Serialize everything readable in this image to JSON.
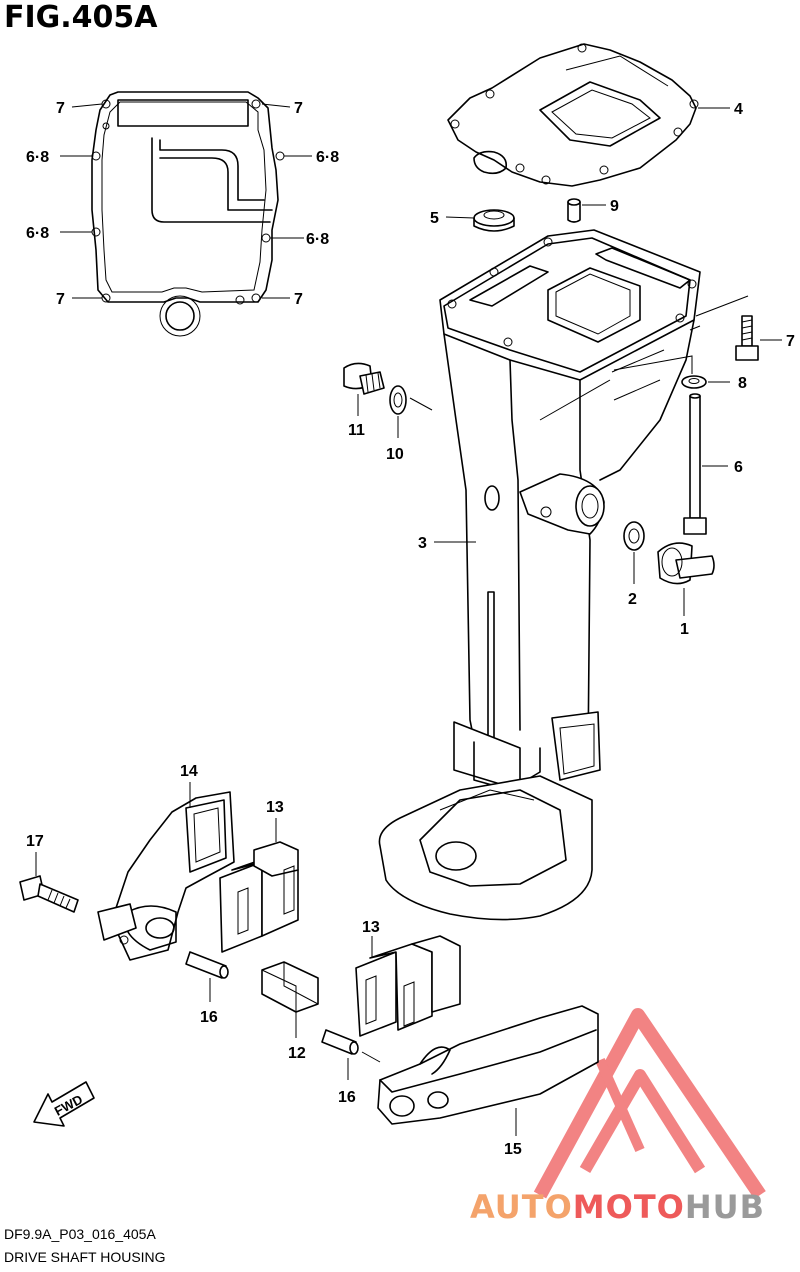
{
  "header": {
    "title": "FIG.405A"
  },
  "footer": {
    "code": "DF9.9A_P03_016_405A",
    "caption": "DRIVE SHAFT HOUSING"
  },
  "arrow": {
    "label": "FWD"
  },
  "watermark": {
    "part1": "AUTO",
    "part2": "MOTO",
    "part3": "HUB",
    "color1": "#f4a36b",
    "color2": "#ee5a5a",
    "color3": "#9a9a9a"
  },
  "callouts": {
    "gasket_top_left_1": "7",
    "gasket_top_right_1": "7",
    "gasket_left_2": "6·8",
    "gasket_right_2": "6·8",
    "gasket_left_3": "6·8",
    "gasket_right_3": "6·8",
    "gasket_bottom_left": "7",
    "gasket_bottom_right": "7",
    "p4": "4",
    "p5": "5",
    "p9": "9",
    "p7": "7",
    "p8": "8",
    "p6": "6",
    "p11": "11",
    "p10": "10",
    "p3": "3",
    "p2": "2",
    "p1": "1",
    "p14": "14",
    "p13a": "13",
    "p17": "17",
    "p16a": "16",
    "p13b": "13",
    "p12": "12",
    "p16b": "16",
    "p15": "15"
  }
}
